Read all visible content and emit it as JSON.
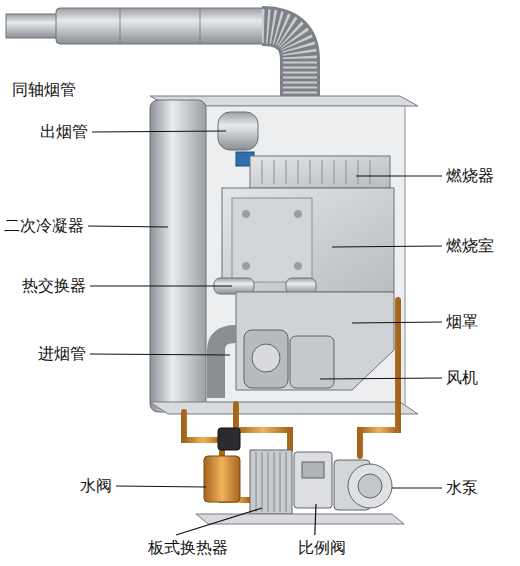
{
  "diagram": {
    "labels": [
      "同轴烟管",
      "出烟管",
      "燃烧器",
      "二次冷凝器",
      "燃烧室",
      "热交换器",
      "烟罩",
      "进烟管",
      "风机",
      "水阀",
      "水泵",
      "板式换热器",
      "比例阀"
    ]
  }
}
